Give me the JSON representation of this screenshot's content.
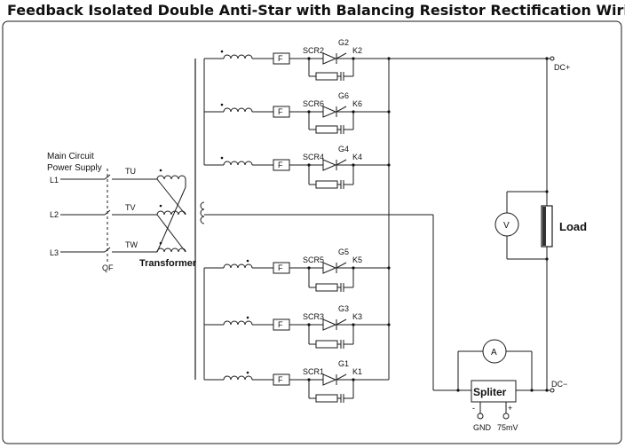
{
  "title": "Feedback Isolated Double Anti-Star with Balancing Resistor Rectification Wiring",
  "supply": {
    "caption_line1": "Main Circuit",
    "caption_line2": "Power Supply",
    "lines": [
      "L1",
      "L2",
      "L3"
    ],
    "switch_label": "QF"
  },
  "transformer": {
    "label": "Transformer",
    "phases": [
      "TU",
      "TV",
      "TW"
    ]
  },
  "fuse_label": "F",
  "upper_branches": [
    {
      "scr": "SCR2",
      "gate": "G2",
      "cathode": "K2"
    },
    {
      "scr": "SCR6",
      "gate": "G6",
      "cathode": "K6"
    },
    {
      "scr": "SCR4",
      "gate": "G4",
      "cathode": "K4"
    }
  ],
  "lower_branches": [
    {
      "scr": "SCR5",
      "gate": "G5",
      "cathode": "K5"
    },
    {
      "scr": "SCR3",
      "gate": "G3",
      "cathode": "K3"
    },
    {
      "scr": "SCR1",
      "gate": "G1",
      "cathode": "K1"
    }
  ],
  "outputs": {
    "dc_plus": "DC+",
    "dc_minus": "DC−",
    "load": "Load",
    "voltmeter": "V",
    "ammeter": "A"
  },
  "splitter": {
    "label": "Spliter",
    "minus": "-",
    "plus": "+",
    "gnd": "GND",
    "mv": "75mV"
  }
}
